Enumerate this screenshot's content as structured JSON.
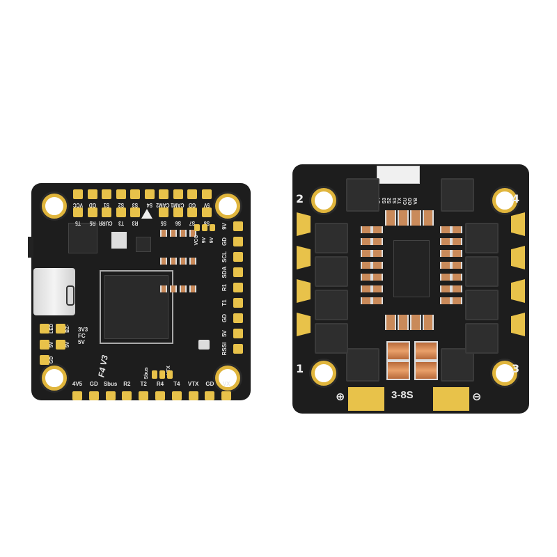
{
  "flight_controller": {
    "model_marking": "F4 V3",
    "top_row_outer": [
      "VCC",
      "GD",
      "S1",
      "S2",
      "S3",
      "S4",
      "CAM2",
      "CAM1",
      "GD",
      "5V"
    ],
    "top_row_inner": [
      "T5",
      "R5",
      "CURR",
      "T3",
      "R3",
      "S5",
      "S6",
      "S7",
      "S8"
    ],
    "top_right_small": [
      "VCC",
      "9V",
      "9V"
    ],
    "right_column": [
      "9V",
      "GD",
      "SCL",
      "SDA",
      "R1",
      "T1",
      "GD",
      "5V",
      "RSSI"
    ],
    "bottom_row": [
      "4V5",
      "GD",
      "Sbus",
      "R2",
      "T2",
      "R4",
      "T4",
      "VTX",
      "GD",
      "VX"
    ],
    "bottom_small": [
      "Sbus",
      "VTX"
    ],
    "left_pads": [
      "LED",
      "BZ-",
      "5V",
      "5V",
      "GD"
    ],
    "voltage_select": [
      "3V3",
      "FC",
      "5V"
    ],
    "colors": {
      "pcb": "#1d1d1d",
      "pad": "#e8c24a"
    }
  },
  "esc": {
    "connector_labels": [
      "S4",
      "S3",
      "S2",
      "S1",
      "TX",
      "CU",
      "GD",
      "VB"
    ],
    "voltage_rating": "3-8S",
    "motor_numbers": [
      "2",
      "4",
      "1",
      "3"
    ],
    "polarity": [
      "⊕",
      "⊖"
    ],
    "colors": {
      "pcb": "#1d1d1d",
      "pad": "#e8c24a",
      "capacitor": "#c98a5a"
    }
  }
}
